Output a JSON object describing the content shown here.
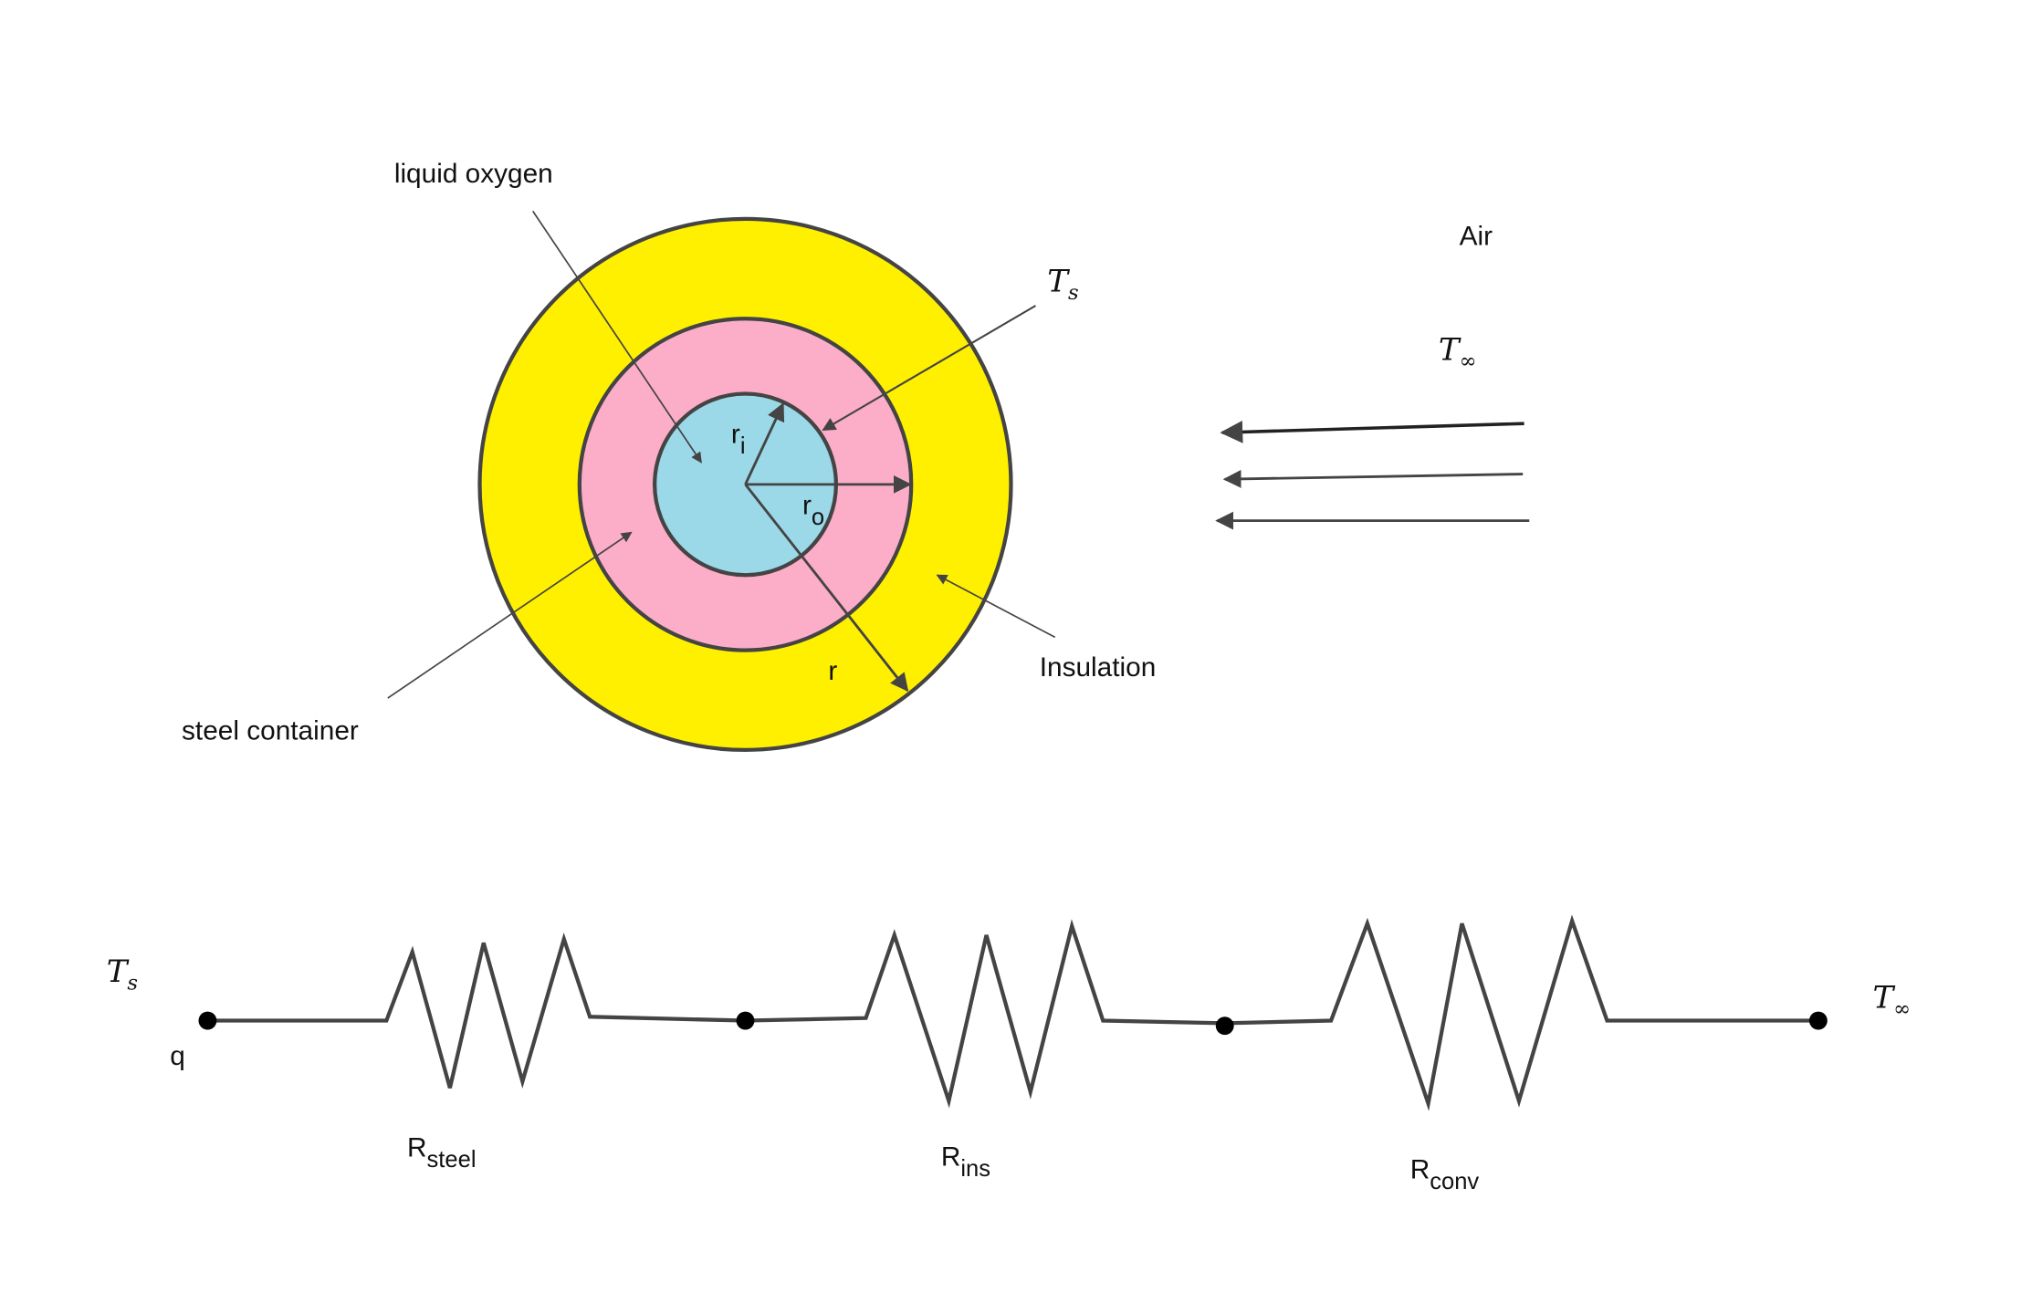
{
  "colors": {
    "insulation": "#FFF000",
    "steel": "#FCADC8",
    "oxygen": "#9BD8E8",
    "stroke": "#444444"
  },
  "labels": {
    "liquid_oxygen": "liquid oxygen",
    "steel_container": "steel container",
    "insulation": "Insulation",
    "air": "Air",
    "ts": {
      "main": "T",
      "sub": "s"
    },
    "tinf": {
      "main": "T",
      "sub": "∞"
    },
    "ri": {
      "main": "r",
      "sub": "i"
    },
    "ro": {
      "main": "r",
      "sub": "o"
    },
    "r": "r"
  },
  "circuit": {
    "start": {
      "main": "T",
      "sub": "s"
    },
    "end": {
      "main": "T",
      "sub": "∞"
    },
    "flow": "q",
    "resistors": [
      {
        "main": "R",
        "sub": "steel"
      },
      {
        "main": "R",
        "sub": "ins"
      },
      {
        "main": "R",
        "sub": "conv"
      }
    ]
  }
}
